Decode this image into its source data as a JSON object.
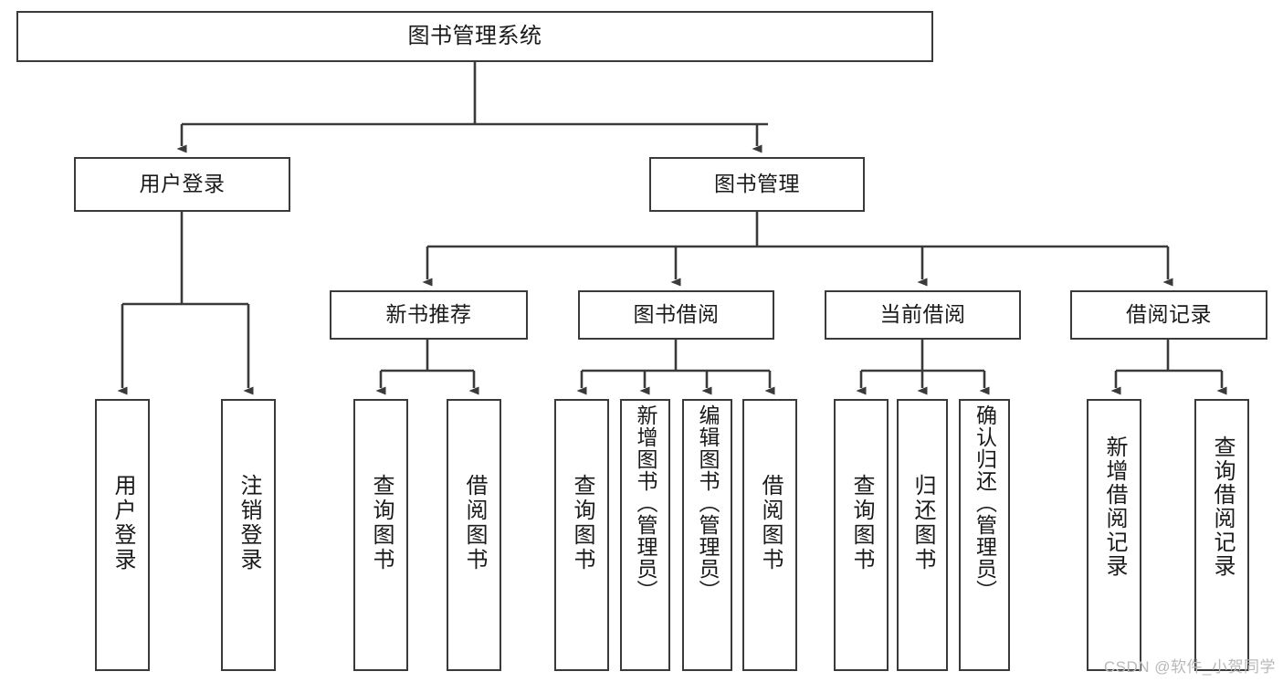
{
  "diagram": {
    "title": "图书管理系统",
    "type": "hierarchy-tree",
    "watermark": "CSDN @软件_小贺同学",
    "colors": {
      "stroke": "#3a3a3a",
      "fill": "#ffffff",
      "text": "#1a1a1a",
      "watermark": "#b9b9b9"
    },
    "nodes": {
      "root": {
        "label": "图书管理系统",
        "level": 1,
        "orientation": "horizontal"
      },
      "l2": [
        {
          "id": "user-login",
          "label": "用户登录",
          "level": 2,
          "orientation": "horizontal"
        },
        {
          "id": "book-manage",
          "label": "图书管理",
          "level": 2,
          "orientation": "horizontal"
        }
      ],
      "l3": [
        {
          "id": "new-book-rec",
          "label": "新书推荐",
          "level": 3,
          "orientation": "horizontal"
        },
        {
          "id": "book-borrow",
          "label": "图书借阅",
          "level": 3,
          "orientation": "horizontal"
        },
        {
          "id": "current-borrow",
          "label": "当前借阅",
          "level": 3,
          "orientation": "horizontal"
        },
        {
          "id": "borrow-record",
          "label": "借阅记录",
          "level": 3,
          "orientation": "horizontal"
        }
      ],
      "leaves": [
        {
          "id": "leaf-user-login",
          "label": "用户登录",
          "parent": "user-login",
          "orientation": "vertical"
        },
        {
          "id": "leaf-user-logout",
          "label": "注销登录",
          "parent": "user-login",
          "orientation": "vertical"
        },
        {
          "id": "leaf-query-book-1",
          "label": "查询图书",
          "parent": "new-book-rec",
          "orientation": "vertical"
        },
        {
          "id": "leaf-borrow-book-1",
          "label": "借阅图书",
          "parent": "new-book-rec",
          "orientation": "vertical"
        },
        {
          "id": "leaf-query-book-2",
          "label": "查询图书",
          "parent": "book-borrow",
          "orientation": "vertical"
        },
        {
          "id": "leaf-add-book",
          "label": "新增图书（管理员）",
          "parent": "book-borrow",
          "orientation": "vertical"
        },
        {
          "id": "leaf-edit-book",
          "label": "编辑图书（管理员）",
          "parent": "book-borrow",
          "orientation": "vertical"
        },
        {
          "id": "leaf-borrow-book-2",
          "label": "借阅图书",
          "parent": "book-borrow",
          "orientation": "vertical"
        },
        {
          "id": "leaf-query-book-3",
          "label": "查询图书",
          "parent": "current-borrow",
          "orientation": "vertical"
        },
        {
          "id": "leaf-return-book",
          "label": "归还图书",
          "parent": "current-borrow",
          "orientation": "vertical"
        },
        {
          "id": "leaf-confirm-return",
          "label": "确认归还（管理员）",
          "parent": "current-borrow",
          "orientation": "vertical"
        },
        {
          "id": "leaf-add-record",
          "label": "新增借阅记录",
          "parent": "borrow-record",
          "orientation": "vertical"
        },
        {
          "id": "leaf-query-record",
          "label": "查询借阅记录",
          "parent": "borrow-record",
          "orientation": "vertical"
        }
      ]
    }
  }
}
